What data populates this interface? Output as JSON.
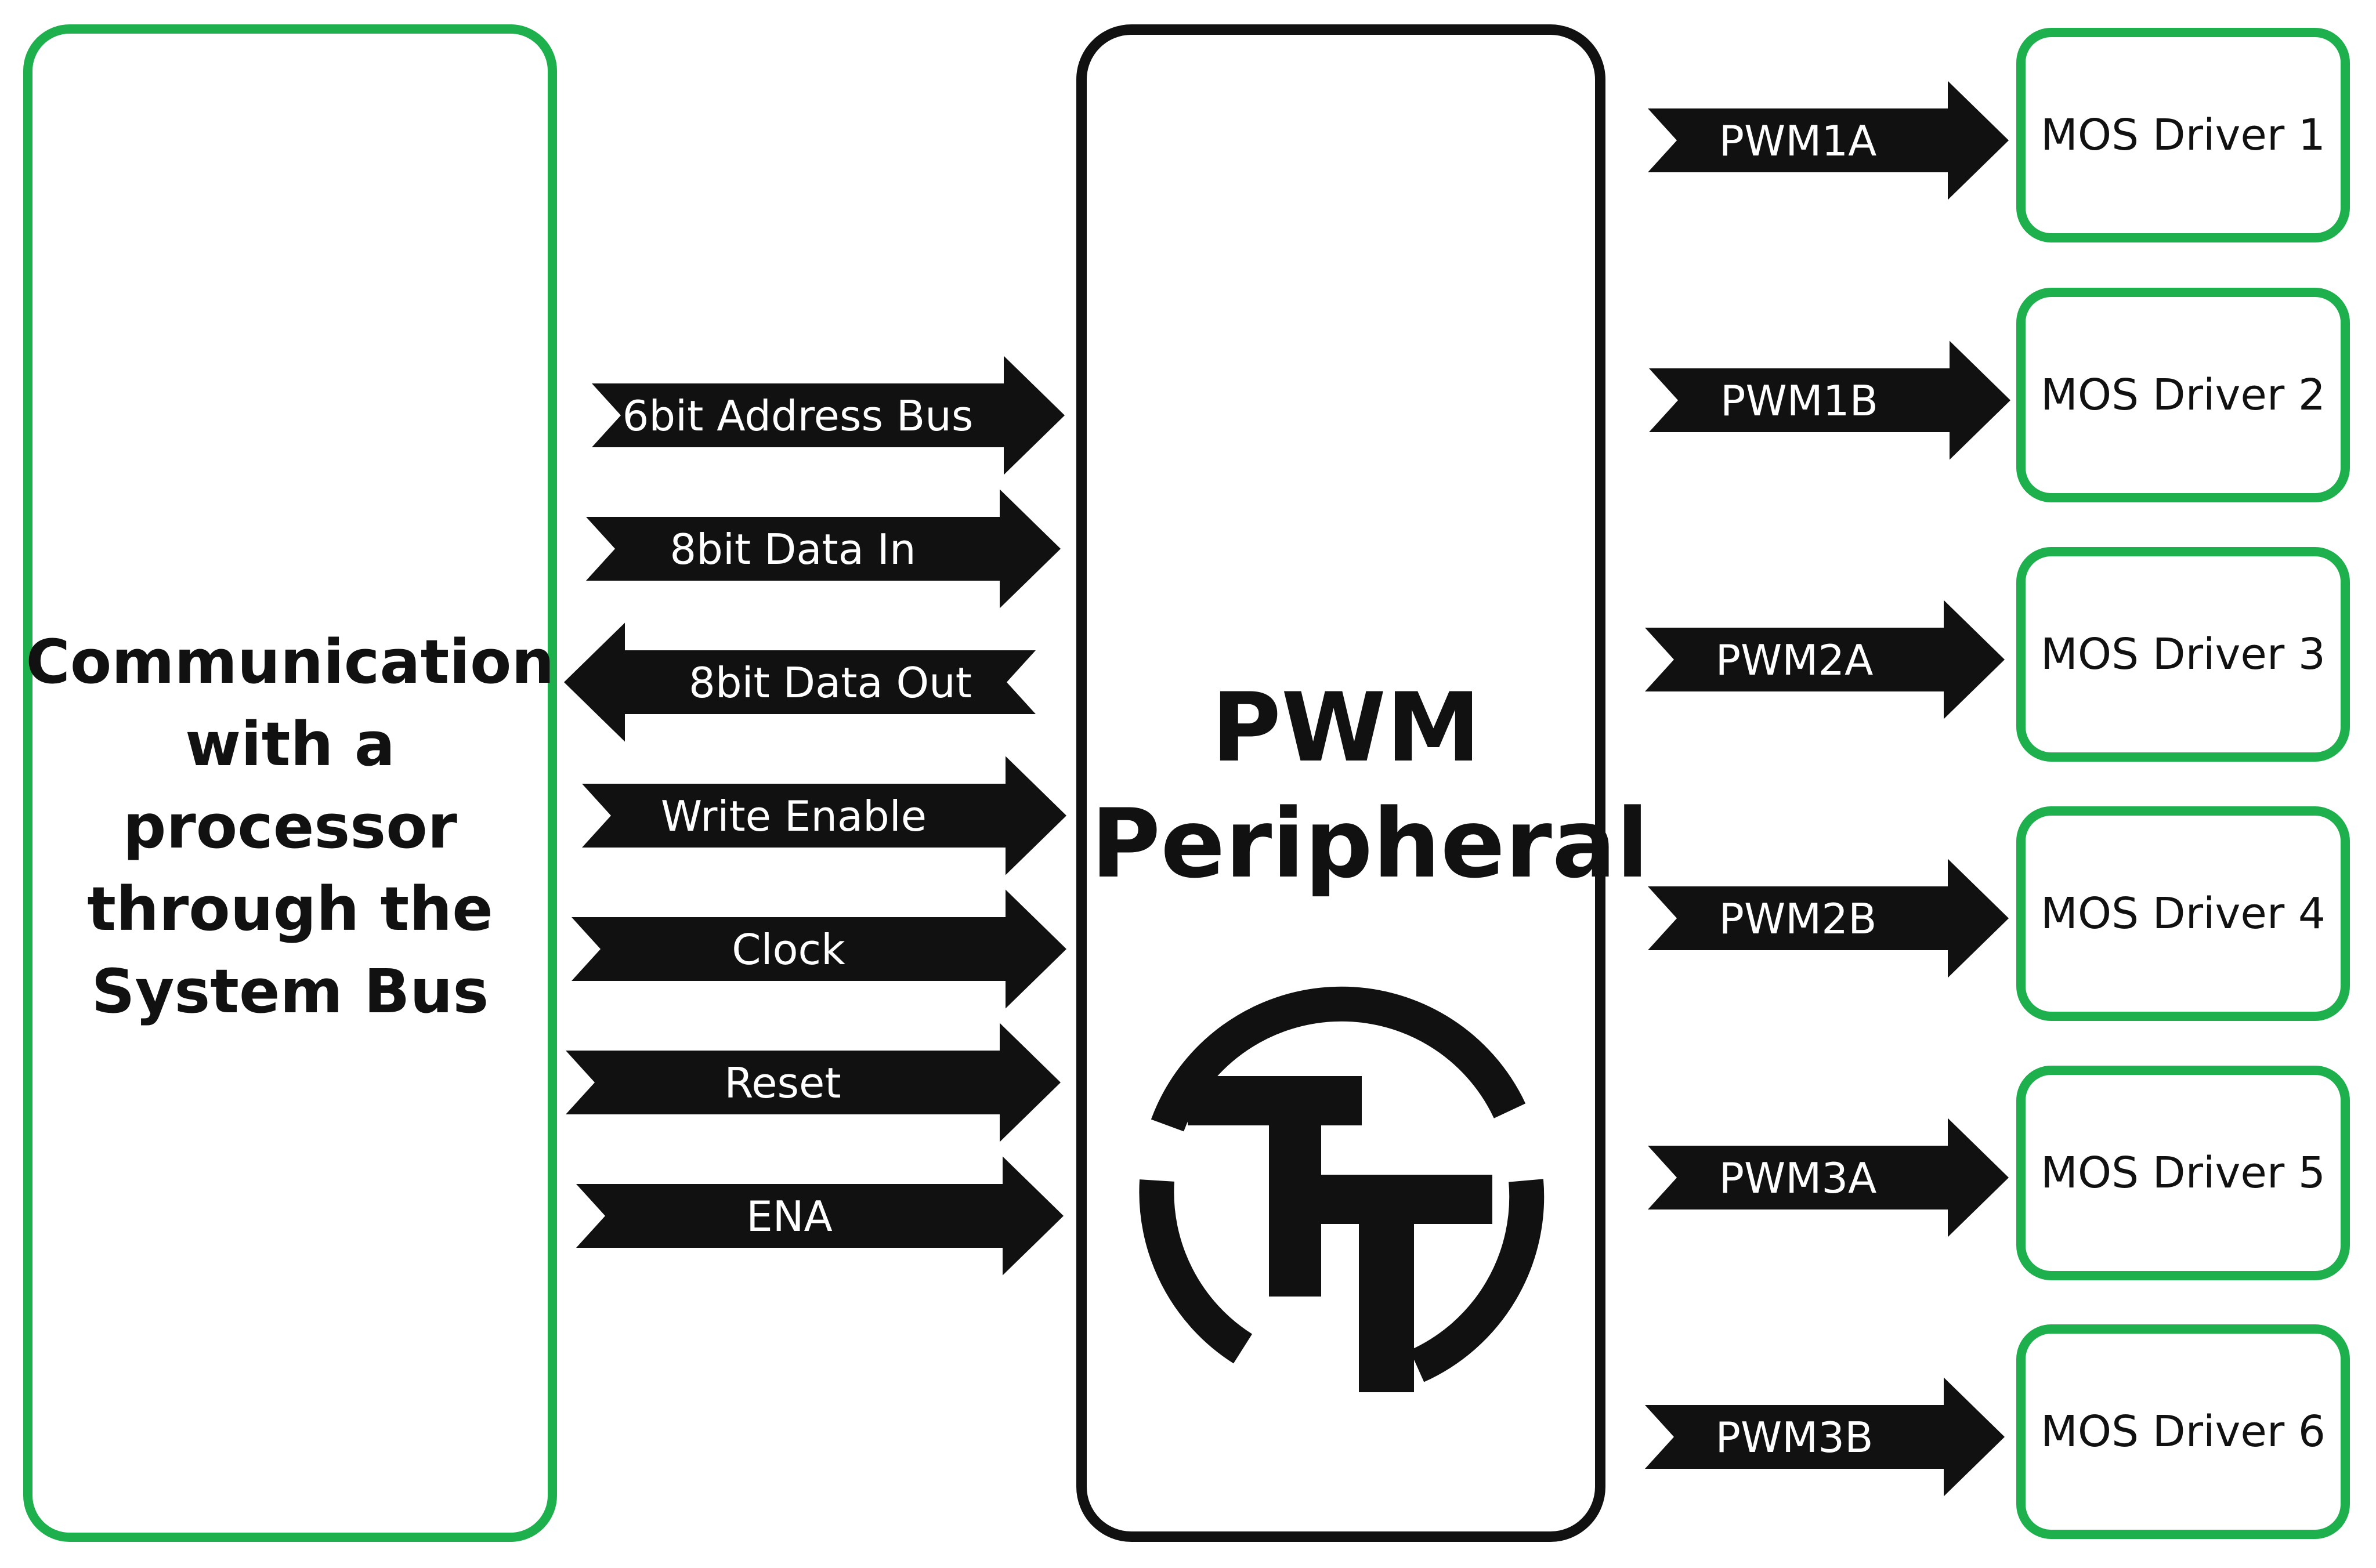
{
  "left_block": {
    "lines": [
      "Communication",
      "with a processor",
      "through the",
      "System Bus"
    ]
  },
  "center_block": {
    "title_lines": [
      "PWM",
      "Peripheral"
    ],
    "logo_icon": "tt-circle-logo-icon"
  },
  "input_signals": [
    {
      "label": "6bit Address Bus",
      "direction": "right"
    },
    {
      "label": "8bit Data In",
      "direction": "right"
    },
    {
      "label": "8bit Data Out",
      "direction": "left"
    },
    {
      "label": "Write Enable",
      "direction": "right"
    },
    {
      "label": "Clock",
      "direction": "right"
    },
    {
      "label": "Reset",
      "direction": "right"
    },
    {
      "label": "ENA",
      "direction": "right"
    }
  ],
  "output_signals": [
    {
      "label": "PWM1A",
      "driver": "MOS Driver 1"
    },
    {
      "label": "PWM1B",
      "driver": "MOS Driver 2"
    },
    {
      "label": "PWM2A",
      "driver": "MOS Driver 3"
    },
    {
      "label": "PWM2B",
      "driver": "MOS Driver 4"
    },
    {
      "label": "PWM3A",
      "driver": "MOS Driver 5"
    },
    {
      "label": "PWM3B",
      "driver": "MOS Driver 6"
    }
  ],
  "colors": {
    "green_border": "#1fb04e",
    "black": "#111111",
    "white": "#ffffff"
  }
}
